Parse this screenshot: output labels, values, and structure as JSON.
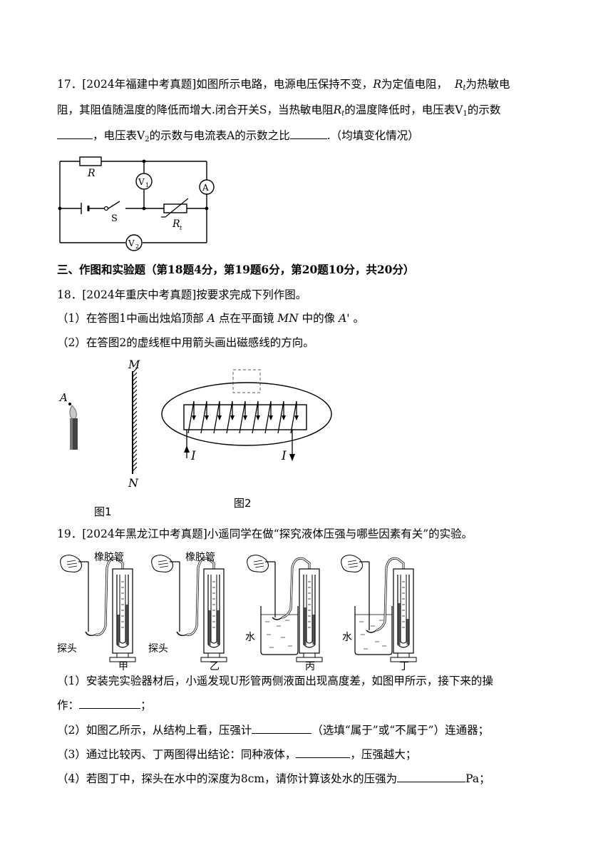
{
  "q17": {
    "num": "17．",
    "source": "[2024年福建中考真题]",
    "l1a": "如图所示电路，电源电压保持不变，",
    "R": "R",
    "l1b": "为定值电阻，",
    "Rt": "R",
    "t": "t",
    "l1c": "为热敏电",
    "l2a": "阻，其阻值随温度的降低而增大.闭合开关S，当热敏电阻",
    "l2b": "的温度降低时，电压表V",
    "one": "1",
    "l2c": "的示数",
    "l3a": "，电压表V",
    "two": "2",
    "l3b": "的示数与电流表A的示数之比",
    "l3c": ".（均填变化情况）",
    "circuit": {
      "R": "R",
      "V": "V",
      "v1": "1",
      "v2": "2",
      "A": "A",
      "S": "S",
      "Rt": "R",
      "t": "t"
    }
  },
  "section3": "三、作图和实验题（第18题4分，第19题6分，第20题10分，共20分）",
  "q18": {
    "l1": "18．[2024年重庆中考真题]按要求完成下列作图。",
    "l2a": "（1）在答图1中画出烛焰顶部",
    "A": "A",
    "l2b": "点在平面镜",
    "MN": "MN",
    "l2c": "中的像",
    "Ap": "A'",
    "l2d": "。",
    "l3": "（2）在答图2的虚线框中用箭头画出磁感线的方向。",
    "fig": {
      "A": "A",
      "M": "M",
      "N": "N",
      "I": "I",
      "fig1": "图1",
      "fig2": "图2"
    }
  },
  "q19": {
    "l1": "19．[2024年黑龙江中考真题]小遥同学在做“探究液体压强与哪些因素有关”的实验。",
    "fig": {
      "tube": "橡胶管",
      "probe": "探头",
      "water": "水",
      "jia": "甲",
      "yi": "乙",
      "bing": "丙",
      "ding": "丁"
    },
    "p1a": "（1）安装完实验器材后，小遥发现U形管两侧液面出现高度差，如图甲所示，接下来的操",
    "p1b": "作：",
    "p1c": "；",
    "p2a": "（2）如图乙所示，从结构上看，压强计",
    "p2b": "（选填“属于”或“不属于”）连通器；",
    "p3a": "（3）通过比较丙、丁两图得出结论：同种液体，",
    "p3b": "，压强越大；",
    "p4a": "（4）若图丁中，探头在水中的深度为8cm，请你计算该处水的压强为",
    "p4b": "Pa；"
  }
}
